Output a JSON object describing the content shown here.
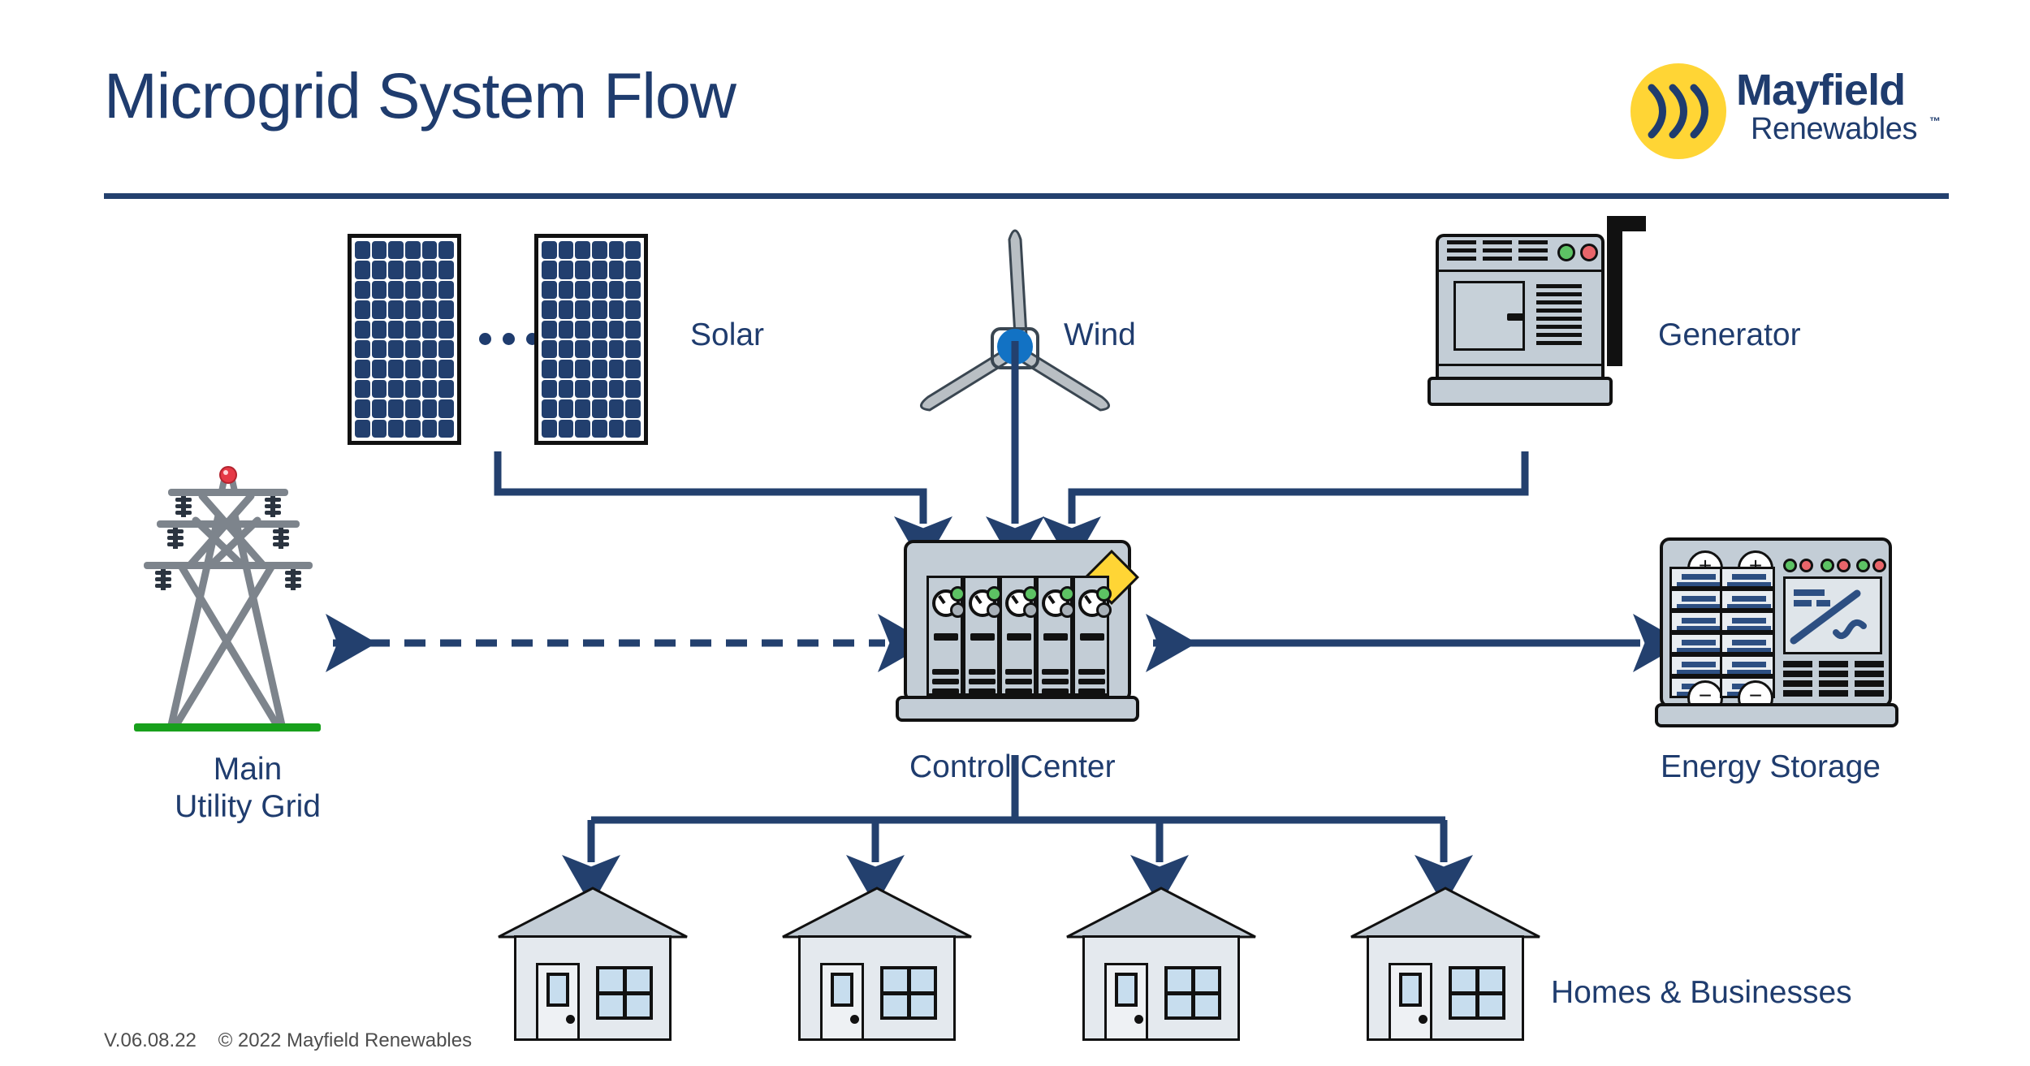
{
  "header": {
    "title": "Microgrid System Flow",
    "rule_color": "#23406e"
  },
  "logo": {
    "mark_name": "mayfield-waves-mark",
    "mark_color": "#ffd535",
    "wave_color": "#1f3c6e",
    "name": "Mayfield",
    "subname": "Renewables",
    "tm": "™"
  },
  "colors": {
    "navy": "#1f3c6e",
    "arrow": "#23406e",
    "panel_cell": "#223f6e",
    "equipment_gray": "#c3cdd6",
    "tower_gray": "#7d848c",
    "ground_green": "#18a01c",
    "led_green": "#5dc264",
    "led_red": "#e8656a",
    "hub_blue": "#1272c4",
    "diamond_yellow": "#ffd535",
    "window_blue": "#c7ddee"
  },
  "nodes": {
    "solar": {
      "label": "Solar",
      "ellipsis": "• • •",
      "panel_count": 2,
      "cell_cols": 6,
      "cell_rows": 10
    },
    "wind": {
      "label": "Wind",
      "blades": 3
    },
    "generator": {
      "label": "Generator",
      "leds": [
        "green",
        "red"
      ]
    },
    "control_center": {
      "label": "Control Center",
      "bays": 5,
      "alarm": "yellow-diamond"
    },
    "energy_storage": {
      "label": "Energy Storage",
      "battery_columns": 2,
      "cells_per_column": 6,
      "plus": "+",
      "minus": "−"
    },
    "utility_grid": {
      "label": "Main\nUtility Grid",
      "crossarms": 3,
      "beacon": "red"
    },
    "loads": {
      "label": "Homes & Businesses",
      "house_count": 4
    }
  },
  "flows": [
    {
      "name": "solar-to-control",
      "style": "solid",
      "direction": "one-way"
    },
    {
      "name": "wind-to-control",
      "style": "solid",
      "direction": "one-way"
    },
    {
      "name": "generator-to-control",
      "style": "solid",
      "direction": "one-way"
    },
    {
      "name": "grid-control-link",
      "style": "dashed",
      "direction": "two-way"
    },
    {
      "name": "storage-control-link",
      "style": "solid",
      "direction": "two-way"
    },
    {
      "name": "control-to-loads",
      "style": "solid",
      "direction": "one-way",
      "branches": 4
    }
  ],
  "footer": {
    "version": "V.06.08.22",
    "copyright": "© 2022 Mayfield Renewables"
  }
}
